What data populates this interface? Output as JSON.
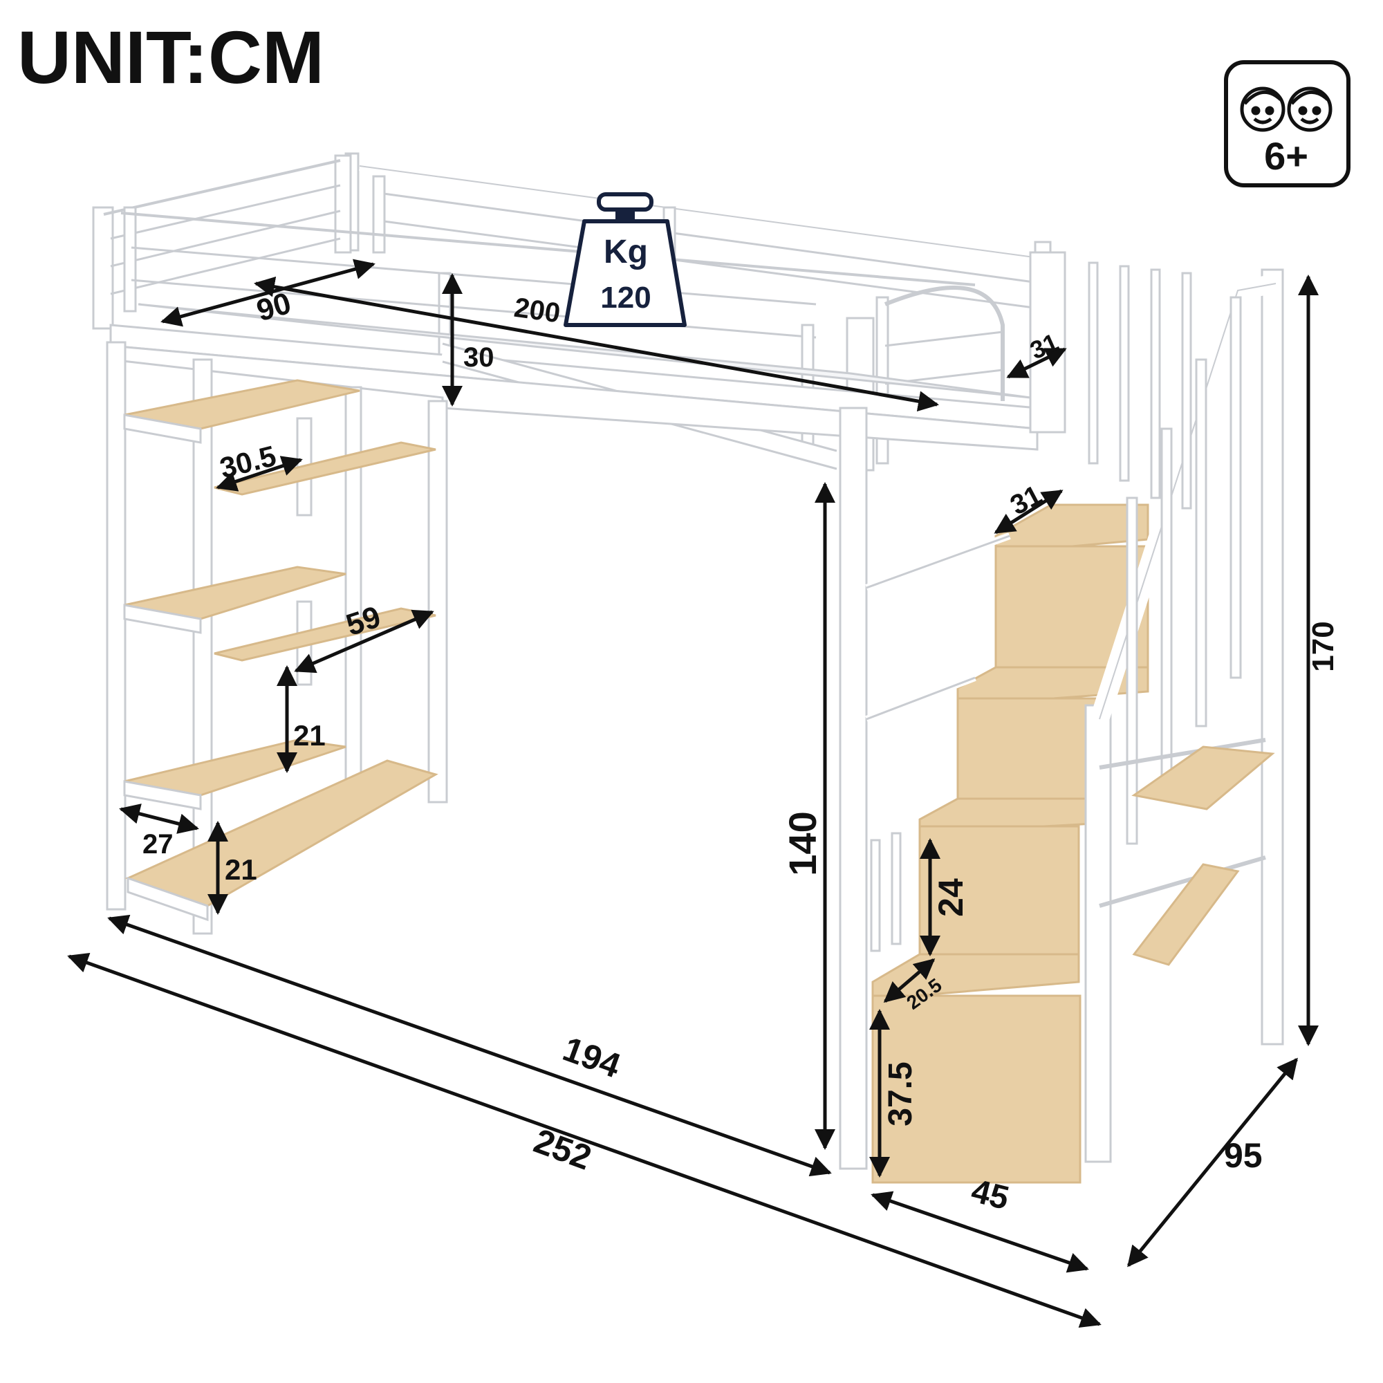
{
  "unit_label": "UNIT:CM",
  "age_badge": {
    "icon": "two-children-faces-icon",
    "text": "6+"
  },
  "weight_badge": {
    "icon": "weight-icon",
    "unit": "Kg",
    "value": "120"
  },
  "dimensions": {
    "mattress_width": "90",
    "mattress_length": "200",
    "guardrail_height": "30",
    "stair_top_depth": "31",
    "stair_step_depth": "31",
    "shelf_width": "30.5",
    "shelf_length": "59",
    "shelf_gap_upper": "21",
    "shelf_depth": "27",
    "shelf_gap_lower": "21",
    "under_bed_clearance": "140",
    "total_height": "170",
    "step_height": "24",
    "step_tread": "20.5",
    "bottom_step_height": "37.5",
    "stair_width": "45",
    "underbed_length": "194",
    "total_length": "252",
    "total_width": "95"
  },
  "colors": {
    "frame": "#ffffff",
    "frame_outline": "#c9ccd1",
    "wood": "#e8cfa5",
    "wood_dark": "#d7b98a",
    "ink": "#111111",
    "badge_ink": "#16213d"
  }
}
